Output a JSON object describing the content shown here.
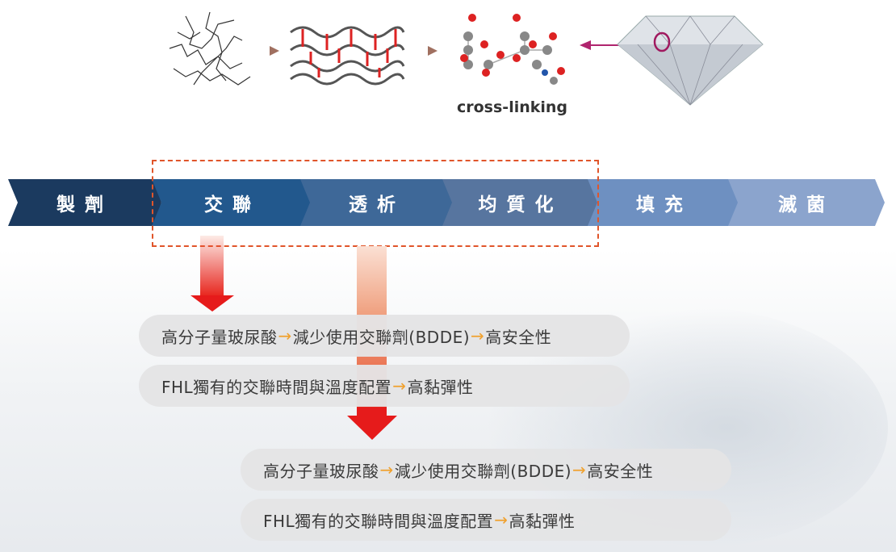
{
  "illustration": {
    "caption": "cross-linking"
  },
  "process_steps": [
    {
      "label": "製劑",
      "color": "#1b3a5f"
    },
    {
      "label": "交聯",
      "color": "#22588d"
    },
    {
      "label": "透析",
      "color": "#3e6898"
    },
    {
      "label": "均質化",
      "color": "#57759f"
    },
    {
      "label": "填充",
      "color": "#6e90c1"
    },
    {
      "label": "滅菌",
      "color": "#8ba4cd"
    }
  ],
  "arrow_symbol": "→",
  "group1": {
    "line1": {
      "a": "高分子量玻尿酸",
      "b": "減少使用交聯劑(BDDE)",
      "c": "高安全性"
    },
    "line2": {
      "a": "FHL獨有的交聯時間與溫度配置",
      "b": "高黏彈性"
    }
  },
  "group2": {
    "line1": {
      "a": "高分子量玻尿酸",
      "b": "減少使用交聯劑(BDDE)",
      "c": "高安全性"
    },
    "line2": {
      "a": "FHL獨有的交聯時間與溫度配置",
      "b": "高黏彈性"
    }
  }
}
